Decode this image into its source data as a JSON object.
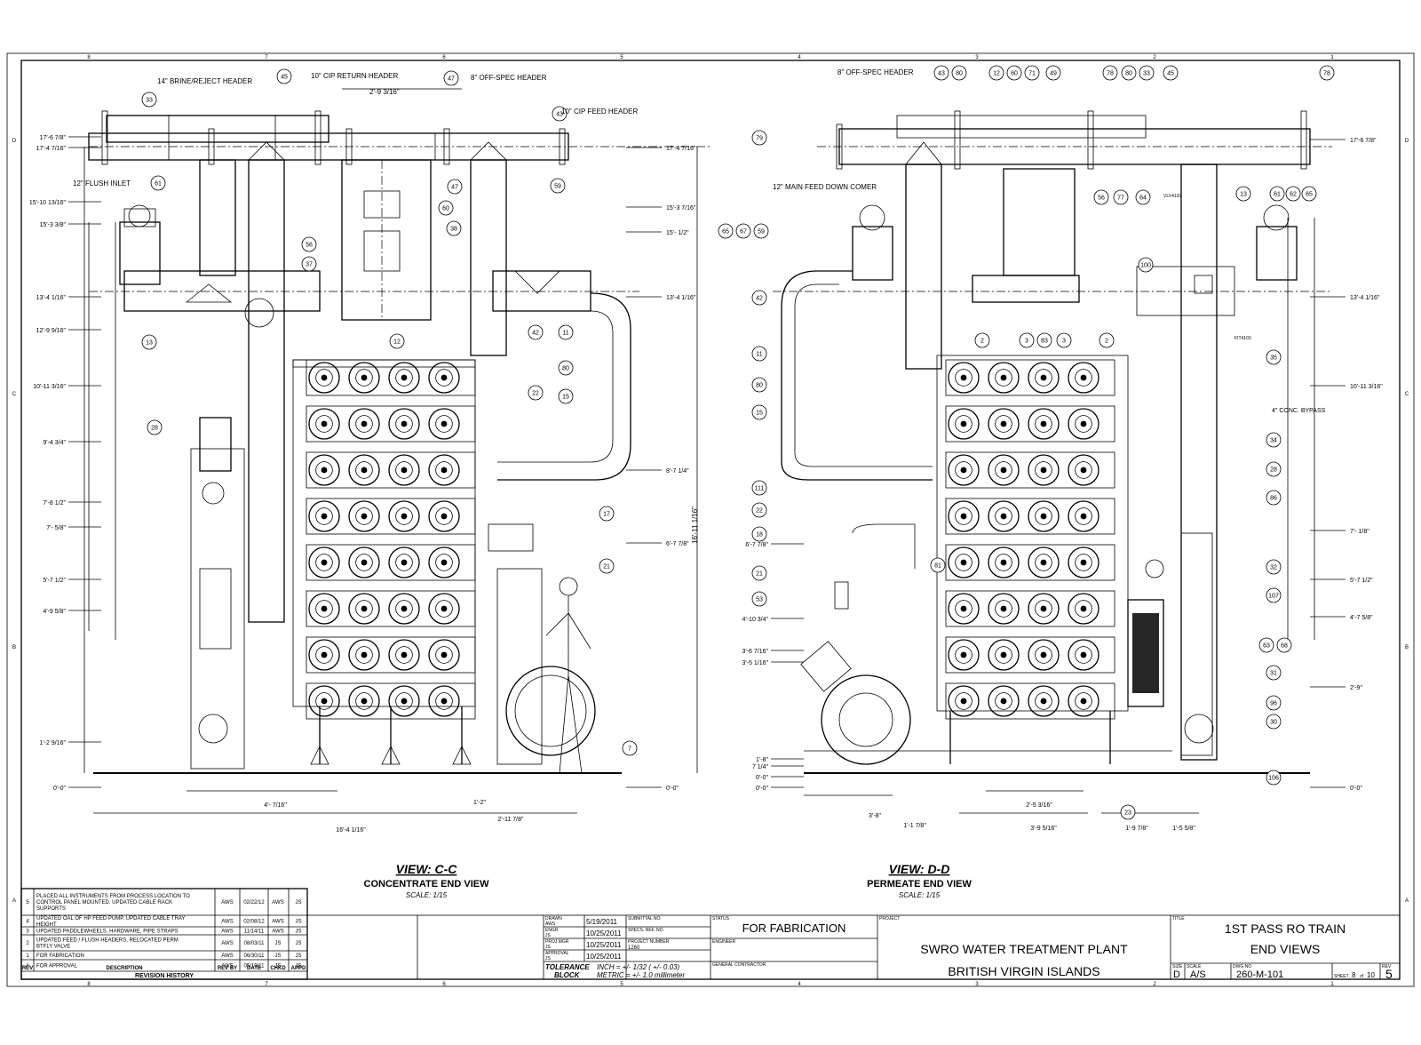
{
  "grid": {
    "top": [
      "8",
      "7",
      "6",
      "5",
      "4",
      "3",
      "2",
      "1"
    ],
    "rows": [
      "D",
      "C",
      "B",
      "A"
    ]
  },
  "view_cc": {
    "title": "VIEW: C-C",
    "subtitle": "CONCENTRATE END VIEW",
    "scale": "SCALE: 1/15",
    "headers": [
      "14\" BRINE/REJECT HEADER",
      "10\" CIP RETURN HEADER",
      "8\" OFF-SPEC HEADER",
      "10\" CIP FEED HEADER",
      "12\" FLUSH INLET"
    ],
    "left_dims": [
      "17'-6 7/8\"",
      "17'-4 7/16\"",
      "15'-10 13/16\"",
      "15'-3 3/8\"",
      "13'-4 1/16\"",
      "12'-9 9/16\"",
      "10'-11 3/16\"",
      "9'-4 3/4\"",
      "7'-8 1/2\"",
      "7'- 5/8\"",
      "5'-7 1/2\"",
      "4'-9 5/8\"",
      "1'-2 9/16\"",
      "0'-0\""
    ],
    "right_dims": [
      "17'-4 7/16\"",
      "15'-3 7/16\"",
      "15'- 1/2\"",
      "13'-4 1/16\"",
      "8'-7 1/4\"",
      "6'-7 7/8\"",
      "0'-0\""
    ],
    "overall_height": "16'-11 1/16\"",
    "top_dim": "2'-9 3/16\"",
    "bottom_dims": [
      "4'- 7/16\"",
      "1'-2\"",
      "2'-11 7/8\"",
      "16'-4 1/16\""
    ],
    "bubbles": [
      "33",
      "45",
      "47",
      "43",
      "61",
      "47",
      "60",
      "59",
      "38",
      "56",
      "37",
      "13",
      "12",
      "42",
      "11",
      "80",
      "22",
      "15",
      "28",
      "17",
      "21",
      "7"
    ]
  },
  "view_dd": {
    "title": "VIEW: D-D",
    "subtitle": "PERMEATE END VIEW",
    "scale": "SCALE: 1/15",
    "headers": [
      "8\" OFF-SPEC HEADER",
      "12\" MAIN FEED DOWN COMER",
      "4\" CONC. BYPASS"
    ],
    "tags": [
      "VLV4132",
      "FIT4103"
    ],
    "left_dims": [
      "6'-7 7/8\"",
      "4'-10 3/4\"",
      "3'-6 7/16\"",
      "3'-5 1/16\"",
      "7 1/4\"",
      "0'-0\"",
      "0'-0\"",
      "1'-8\""
    ],
    "right_dims": [
      "17'-6 7/8\"",
      "13'-4 1/16\"",
      "10'-11 3/16\"",
      "7'- 1/8\"",
      "5'-7 1/2\"",
      "4'-7 5/8\"",
      "2'-9\"",
      "0'-0\""
    ],
    "bottom_dims": [
      "3'-8\"",
      "1'-1 7/8\"",
      "2'-5 3/16\"",
      "3'-9 5/16\"",
      "1'-9 7/8\"",
      "1'-5 5/8\""
    ],
    "bubbles": [
      "43",
      "80",
      "12",
      "60",
      "71",
      "49",
      "78",
      "80",
      "33",
      "45",
      "78",
      "79",
      "65",
      "67",
      "59",
      "56",
      "77",
      "64",
      "13",
      "61",
      "62",
      "65",
      "42",
      "100",
      "11",
      "80",
      "15",
      "2",
      "3",
      "83",
      "3",
      "2",
      "35",
      "34",
      "28",
      "86",
      "111",
      "22",
      "18",
      "21",
      "53",
      "81",
      "32",
      "107",
      "63",
      "68",
      "31",
      "96",
      "30",
      "106",
      "23"
    ]
  },
  "revisions": [
    {
      "rev": "5",
      "desc": "PLACED ALL INSTRUMENTS FROM PROCESS LOCATION TO CONTROL PANEL MOUNTED. UPDATED CABLE RACK SUPPORTS",
      "by": "AWS",
      "date": "02/22/12",
      "chkd": "AWS",
      "appd": "JS"
    },
    {
      "rev": "4",
      "desc": "UPDATED OAL OF HP FEED PUMP. UPDATED CABLE TRAY HEIGHT",
      "by": "AWS",
      "date": "02/08/12",
      "chkd": "AWS",
      "appd": "JS"
    },
    {
      "rev": "3",
      "desc": "UPDATED PADDLEWHEELS, HARDWARE, PIPE STRAPS",
      "by": "AWS",
      "date": "11/14/11",
      "chkd": "AWS",
      "appd": "JS"
    },
    {
      "rev": "2",
      "desc": "UPDATED FEED / FLUSH HEADERS, RELOCATED PERM BTFLY VALVE",
      "by": "AWS",
      "date": "08/03/11",
      "chkd": "JS",
      "appd": "JS"
    },
    {
      "rev": "1",
      "desc": "FOR FABRICATION",
      "by": "AWS",
      "date": "06/30/11",
      "chkd": "JS",
      "appd": "JS"
    },
    {
      "rev": "A",
      "desc": "FOR APPROVAL",
      "by": "AWS",
      "date": "05/19/11",
      "chkd": "JS",
      "appd": "JS"
    }
  ],
  "revision_header": {
    "rev": "REV",
    "desc": "DESCRIPTION",
    "by": "REV BY",
    "date": "DATE",
    "chkd": "CHKD",
    "appd": "APPD",
    "caption": "REVISION HISTORY"
  },
  "title_block": {
    "drawn_label": "DRAWN",
    "drawn_by": "AWS",
    "drawn_date": "5/19/2011",
    "engr_label": "ENGR",
    "engr_by": "JS",
    "engr_date": "10/25/2011",
    "mgr_label": "PROJ MGR",
    "mgr_by": "JS",
    "mgr_date": "10/25/2011",
    "appr_label": "APPROVAL",
    "appr_by": "JS",
    "appr_date": "10/25/2011",
    "submittal_label": "SUBMITTAL NO.",
    "spec_label": "SPECS. REF. NO.",
    "project_number_label": "PROJECT NUMBER",
    "project_number": "1260",
    "status_label": "STATUS",
    "status": "FOR FABRICATION",
    "engineer_label": "ENGINEER",
    "contractor_label": "GENERAL CONTRACTOR",
    "tolerance_label1": "TOLERANCE",
    "tolerance_label2": "BLOCK",
    "tolerance_inch": "INCH = +/- 1/32 ( +/- 0.03)",
    "tolerance_metric": "METRIC = +/- 1.0 millimeter",
    "project_label": "PROJECT",
    "project_line1": "SWRO WATER TREATMENT PLANT",
    "project_line2": "BRITISH VIRGIN ISLANDS",
    "title_label": "TITLE",
    "title_line1": "1ST PASS RO TRAIN",
    "title_line2": "END VIEWS",
    "size_label": "SIZE",
    "size": "D",
    "scale_label": "SCALE",
    "scale": "A/S",
    "dwg_label": "DWG NO",
    "dwg_no": "260-M-101",
    "sheet_label": "SHEET",
    "sheet": "8",
    "of_label": "of",
    "sheets": "10",
    "rev_label": "REV",
    "rev": "5"
  }
}
